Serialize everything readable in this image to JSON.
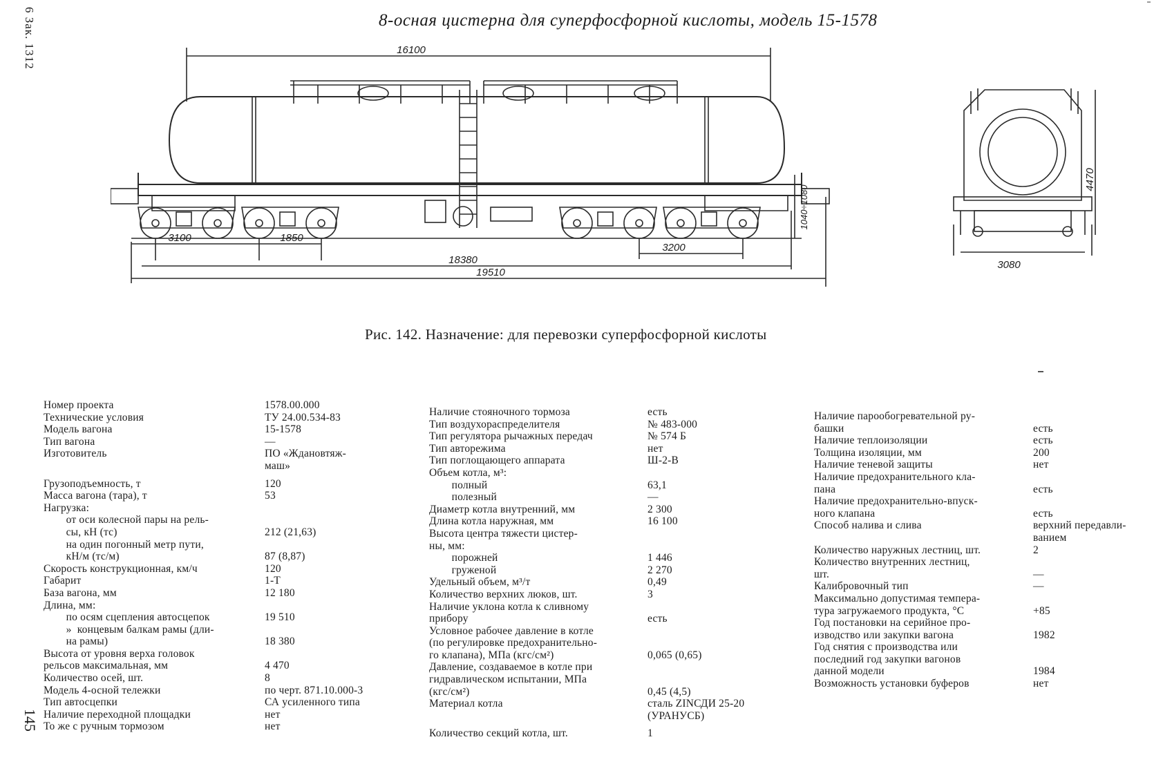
{
  "header": {
    "title": "8-осная цистерна  для суперфосфорной  кислоты, модель 15-1578",
    "margin_note": "6 Зак. 1312",
    "page_number": "145"
  },
  "figure": {
    "dimensions": {
      "length_tank": "16100",
      "bogie_spacing": "3100",
      "axle_base": "1850",
      "bogie_base": "3200",
      "frame_length": "18380",
      "coupler_length": "19510",
      "height": "1040÷1080",
      "total_height": "4470",
      "width": "3080"
    },
    "caption": "Рис. 142. Назначение: для перевозки суперфосфорной кислоты"
  },
  "specs": {
    "column1": [
      {
        "lines": [
          "Номер проекта"
        ],
        "value": "1578.00.000"
      },
      {
        "lines": [
          "Технические условия"
        ],
        "value": "ТУ 24.00.534-83"
      },
      {
        "lines": [
          "Модель вагона"
        ],
        "value": "15-1578"
      },
      {
        "lines": [
          "Тип вагона"
        ],
        "value": "—"
      },
      {
        "lines": [
          "Изготовитель"
        ],
        "value": "ПО «Ждановтяж-"
      },
      {
        "lines": [
          ""
        ],
        "value": "маш»"
      },
      {
        "lines": [
          "Грузоподъемность, т"
        ],
        "value": "120",
        "gap": "s"
      },
      {
        "lines": [
          "Масса вагона (тара), т"
        ],
        "value": "53"
      },
      {
        "lines": [
          "Нагрузка:"
        ],
        "value": ""
      },
      {
        "lines": [
          "        от оси колесной пары на рель-",
          "        сы, кН (тс)"
        ],
        "value": "212 (21,63)"
      },
      {
        "lines": [
          "        на один погонный метр пути,",
          "        кН/м (тс/м)"
        ],
        "value": "87 (8,87)"
      },
      {
        "lines": [
          "Скорость конструкционная, км/ч"
        ],
        "value": "120"
      },
      {
        "lines": [
          "Габарит"
        ],
        "value": "1-Т"
      },
      {
        "lines": [
          "База вагона, мм"
        ],
        "value": "12 180"
      },
      {
        "lines": [
          "Длина, мм:"
        ],
        "value": ""
      },
      {
        "lines": [
          "        по осям сцепления автосцепок"
        ],
        "value": "19 510"
      },
      {
        "lines": [
          "        »  концевым балкам рамы (дли-",
          "        на рамы)"
        ],
        "value": "18 380"
      },
      {
        "lines": [
          "Высота от уровня верха головок",
          "рельсов максимальная, мм"
        ],
        "value": "4 470"
      },
      {
        "lines": [
          "Количество осей, шт."
        ],
        "value": "8"
      },
      {
        "lines": [
          "Модель 4-осной тележки"
        ],
        "value": "по черт. 871.10.000-3"
      },
      {
        "lines": [
          "Тип автосцепки"
        ],
        "value": "СА усиленного типа"
      },
      {
        "lines": [
          "Наличие переходной площадки"
        ],
        "value": "нет"
      },
      {
        "lines": [
          "То же с ручным тормозом"
        ],
        "value": "нет"
      }
    ],
    "column2": [
      {
        "lines": [
          "Наличие стояночного тормоза"
        ],
        "value": "есть"
      },
      {
        "lines": [
          "Тип воздухораспределителя"
        ],
        "value": "№ 483-000"
      },
      {
        "lines": [
          "Тип регулятора рычажных передач"
        ],
        "value": "№ 574 Б"
      },
      {
        "lines": [
          "Тип авторежима"
        ],
        "value": "нет"
      },
      {
        "lines": [
          "Тип поглощающего аппарата"
        ],
        "value": "Ш-2-В"
      },
      {
        "lines": [
          "Объем котла, м³:"
        ],
        "value": ""
      },
      {
        "lines": [
          "        полный"
        ],
        "value": "63,1"
      },
      {
        "lines": [
          "        полезный"
        ],
        "value": "—"
      },
      {
        "lines": [
          "Диаметр котла внутренний, мм"
        ],
        "value": "2 300"
      },
      {
        "lines": [
          "Длина котла наружная, мм"
        ],
        "value": "16 100"
      },
      {
        "lines": [
          "Высота центра тяжести цистер-",
          "ны, мм:"
        ],
        "value": ""
      },
      {
        "lines": [
          "        порожней"
        ],
        "value": "1 446"
      },
      {
        "lines": [
          "        груженой"
        ],
        "value": "2 270"
      },
      {
        "lines": [
          "Удельный объем, м³/т"
        ],
        "value": "0,49"
      },
      {
        "lines": [
          "Количество верхних люков, шт."
        ],
        "value": "3"
      },
      {
        "lines": [
          "Наличие уклона котла к сливному",
          "прибору"
        ],
        "value": "есть"
      },
      {
        "lines": [
          "Условное рабочее давление в котле",
          "(по регулировке предохранительно-",
          "го клапана), МПа (кгс/см²)"
        ],
        "value": "0,065 (0,65)"
      },
      {
        "lines": [
          "Давление, создаваемое в котле при",
          "гидравлическом испытании, МПа",
          "(кгс/см²)"
        ],
        "value": "0,45 (4,5)"
      },
      {
        "lines": [
          "Материал котла"
        ],
        "value": "сталь ZINСДИ 25-20"
      },
      {
        "lines": [
          ""
        ],
        "value": "(УРАНУСБ)"
      },
      {
        "lines": [
          "Количество секций котла, шт."
        ],
        "value": "1",
        "gap": "s"
      }
    ],
    "column3": [
      {
        "lines": [
          "Наличие парообогревательной ру-",
          "башки"
        ],
        "value": "есть"
      },
      {
        "lines": [
          "Наличие теплоизоляции"
        ],
        "value": "есть"
      },
      {
        "lines": [
          "Толщина изоляции, мм"
        ],
        "value": "200"
      },
      {
        "lines": [
          "Наличие теневой защиты"
        ],
        "value": "нет"
      },
      {
        "lines": [
          "Наличие предохранительного кла-",
          "пана"
        ],
        "value": "есть"
      },
      {
        "lines": [
          "Наличие предохранительно-впуск-",
          "ного клапана"
        ],
        "value": "есть"
      },
      {
        "lines": [
          "Способ налива и слива"
        ],
        "value": "верхний передавли-"
      },
      {
        "lines": [
          ""
        ],
        "value": "ванием"
      },
      {
        "lines": [
          "Количество наружных лестниц, шт."
        ],
        "value": "2"
      },
      {
        "lines": [
          "Количество внутренних лестниц,",
          "шт."
        ],
        "value": "—"
      },
      {
        "lines": [
          "Калибровочный тип"
        ],
        "value": "—"
      },
      {
        "lines": [
          "Максимально допустимая темпера-",
          "тура загружаемого продукта, °С"
        ],
        "value": "+85"
      },
      {
        "lines": [
          "Год постановки на серийное про-",
          "изводство или закупки вагона"
        ],
        "value": "1982"
      },
      {
        "lines": [
          "Год снятия с производства или",
          "последний год закупки вагонов",
          "данной модели"
        ],
        "value": "1984"
      },
      {
        "lines": [
          "Возможность установки буферов"
        ],
        "value": "нет"
      }
    ]
  }
}
